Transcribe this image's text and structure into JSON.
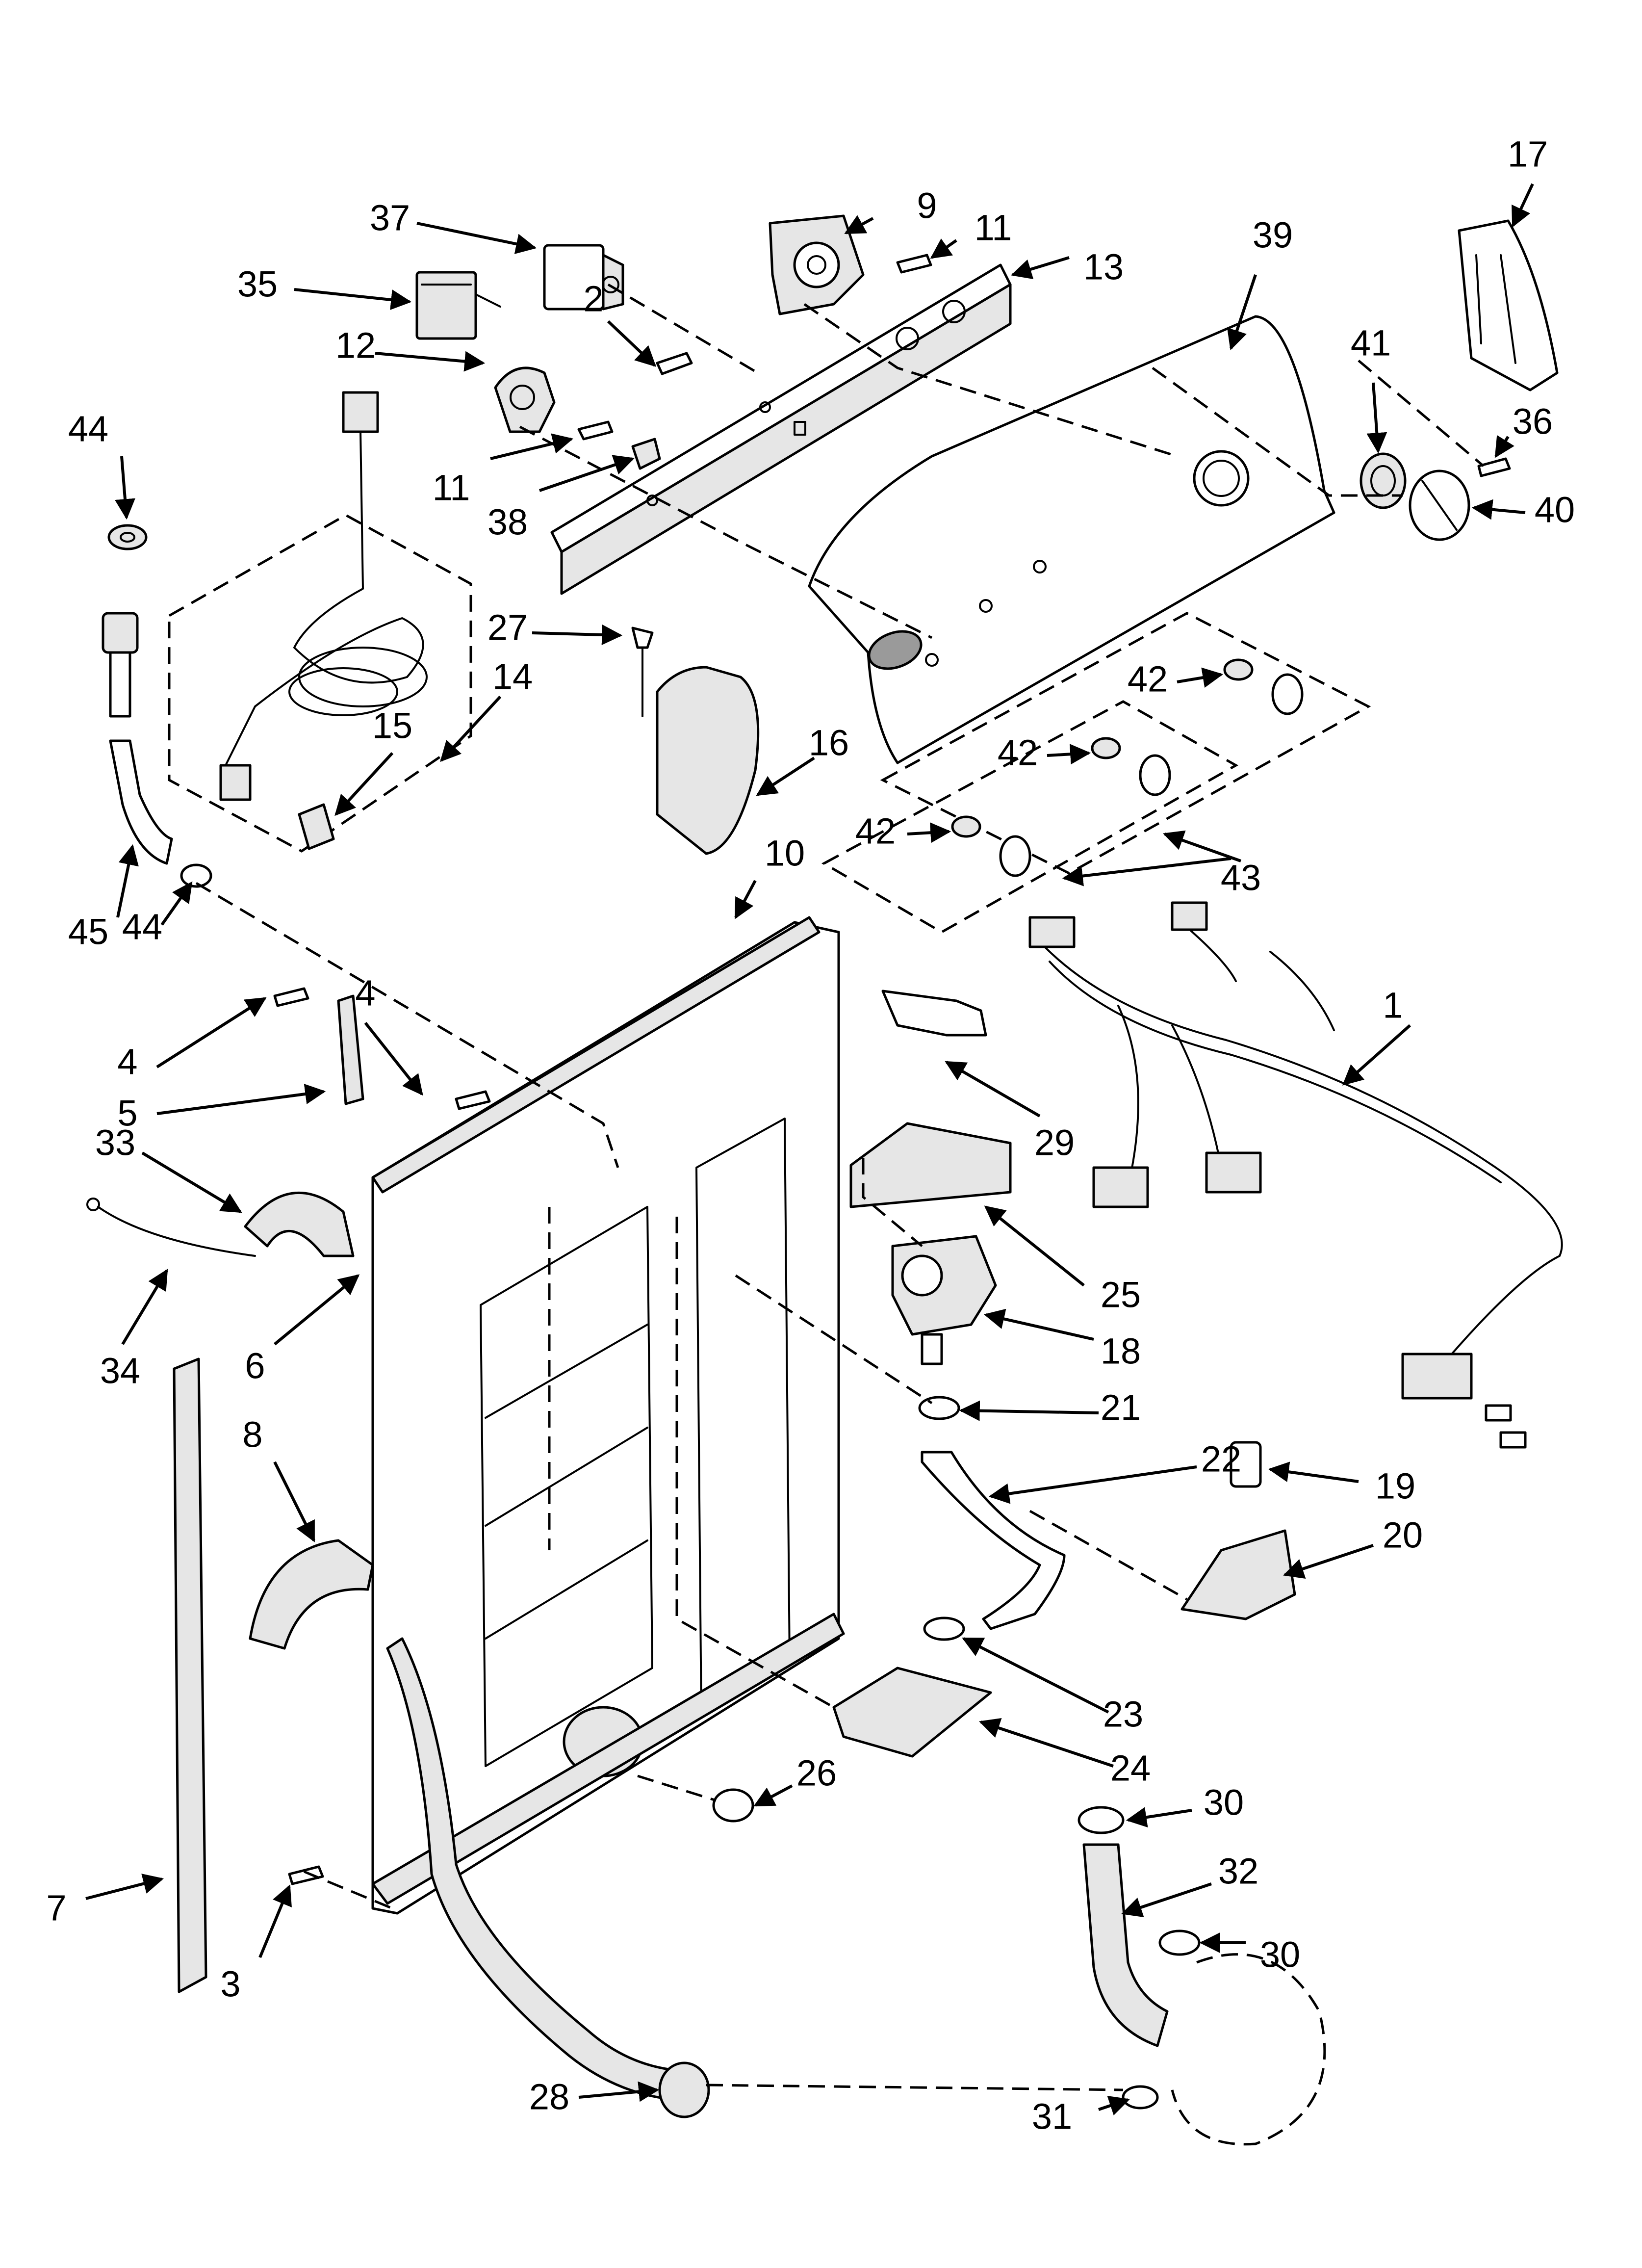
{
  "diagram": {
    "callouts": [
      {
        "id": "c1",
        "label": "1"
      },
      {
        "id": "c2",
        "label": "2"
      },
      {
        "id": "c3",
        "label": "3"
      },
      {
        "id": "c4a",
        "label": "4"
      },
      {
        "id": "c4b",
        "label": "4"
      },
      {
        "id": "c5",
        "label": "5"
      },
      {
        "id": "c6",
        "label": "6"
      },
      {
        "id": "c7",
        "label": "7"
      },
      {
        "id": "c8",
        "label": "8"
      },
      {
        "id": "c9",
        "label": "9"
      },
      {
        "id": "c10",
        "label": "10"
      },
      {
        "id": "c11a",
        "label": "11"
      },
      {
        "id": "c11b",
        "label": "11"
      },
      {
        "id": "c12",
        "label": "12"
      },
      {
        "id": "c13",
        "label": "13"
      },
      {
        "id": "c14",
        "label": "14"
      },
      {
        "id": "c15",
        "label": "15"
      },
      {
        "id": "c16",
        "label": "16"
      },
      {
        "id": "c17",
        "label": "17"
      },
      {
        "id": "c18",
        "label": "18"
      },
      {
        "id": "c19",
        "label": "19"
      },
      {
        "id": "c20",
        "label": "20"
      },
      {
        "id": "c21",
        "label": "21"
      },
      {
        "id": "c22",
        "label": "22"
      },
      {
        "id": "c23",
        "label": "23"
      },
      {
        "id": "c24",
        "label": "24"
      },
      {
        "id": "c25",
        "label": "25"
      },
      {
        "id": "c26",
        "label": "26"
      },
      {
        "id": "c27",
        "label": "27"
      },
      {
        "id": "c28",
        "label": "28"
      },
      {
        "id": "c29",
        "label": "29"
      },
      {
        "id": "c30a",
        "label": "30"
      },
      {
        "id": "c30b",
        "label": "30"
      },
      {
        "id": "c31",
        "label": "31"
      },
      {
        "id": "c32",
        "label": "32"
      },
      {
        "id": "c33",
        "label": "33"
      },
      {
        "id": "c34",
        "label": "34"
      },
      {
        "id": "c35",
        "label": "35"
      },
      {
        "id": "c36",
        "label": "36"
      },
      {
        "id": "c37",
        "label": "37"
      },
      {
        "id": "c38",
        "label": "38"
      },
      {
        "id": "c39",
        "label": "39"
      },
      {
        "id": "c40",
        "label": "40"
      },
      {
        "id": "c41",
        "label": "41"
      },
      {
        "id": "c42a",
        "label": "42"
      },
      {
        "id": "c42b",
        "label": "42"
      },
      {
        "id": "c42c",
        "label": "42"
      },
      {
        "id": "c43",
        "label": "43"
      },
      {
        "id": "c44a",
        "label": "44"
      },
      {
        "id": "c44b",
        "label": "44"
      },
      {
        "id": "c45",
        "label": "45"
      }
    ]
  }
}
